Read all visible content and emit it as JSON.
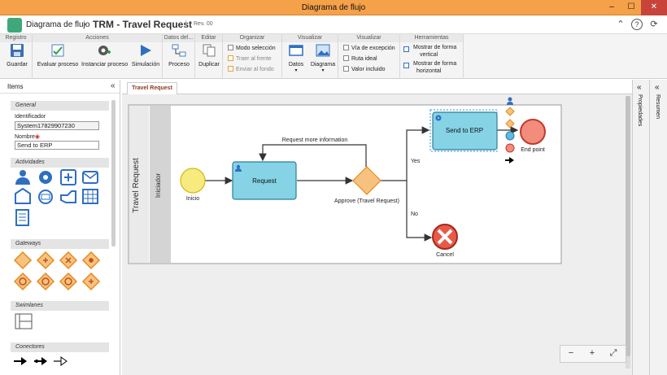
{
  "window": {
    "title": "Diagrama de flujo",
    "min": "–",
    "max": "☐",
    "close": "✕"
  },
  "header": {
    "app_name": "Diagrama de flujo",
    "doc_title": "TRM - Travel Request",
    "revision": "Rev. 00"
  },
  "ribbon": {
    "groups": [
      {
        "label": "Registro"
      },
      {
        "label": "Acciones"
      },
      {
        "label": "Datos del..."
      },
      {
        "label": "Editar"
      },
      {
        "label": "Organizar"
      },
      {
        "label": "Visualizar"
      },
      {
        "label": "Visualizar"
      },
      {
        "label": "Herramientas"
      }
    ],
    "save": "Guardar",
    "evaluate": "Evaluar proceso",
    "instantiate": "Instanciar proceso",
    "simulate": "Simulación",
    "process": "Proceso",
    "duplicate": "Duplicar",
    "select_mode": "Modo selección",
    "bring_front": "Traer al frente",
    "send_back": "Enviar al fondo",
    "data": "Datos",
    "diagram": "Diagrama",
    "exception_path": "Vía de excepción",
    "ideal_path": "Ruta ideal",
    "included_value": "Valor incluido",
    "show_vertical_1": "Mostrar de forma",
    "show_vertical_2": "vertical",
    "show_horizontal_1": "Mostrar de forma",
    "show_horizontal_2": "horizontal"
  },
  "left_panel": {
    "title": "Items",
    "collapse": "«",
    "general": "General",
    "identifier_label": "Identificador",
    "identifier_value": "System17829907230",
    "name_label": "Nombre",
    "name_required": "◉",
    "name_value": "Send to ERP",
    "activities": "Actividades",
    "gateways": "Gateways",
    "swimlanes": "Swimlanes",
    "connectors": "Conectores"
  },
  "tab": {
    "label": "Travel Request"
  },
  "diagram": {
    "pool": "Travel Request",
    "lane": "Iniciador",
    "start": "Inicio",
    "task_request": "Request",
    "gateway": "Approve (Travel Request)",
    "loop_label": "Request more information",
    "yes": "Yes",
    "no": "No",
    "task_send": "Send to ERP",
    "end_point": "End point",
    "cancel": "Cancel"
  },
  "right": {
    "properties": "Propiedades",
    "summary": "Resumen",
    "collapse": "«"
  },
  "zoom": {
    "out": "−",
    "in": "+",
    "fit": "⤢"
  },
  "colors": {
    "title_bar": "#f5a14a",
    "task_fill": "#86d3e6",
    "gateway_fill": "#f7c27f",
    "start_fill": "#f7eb80",
    "end_fill": "#f28c7c"
  }
}
